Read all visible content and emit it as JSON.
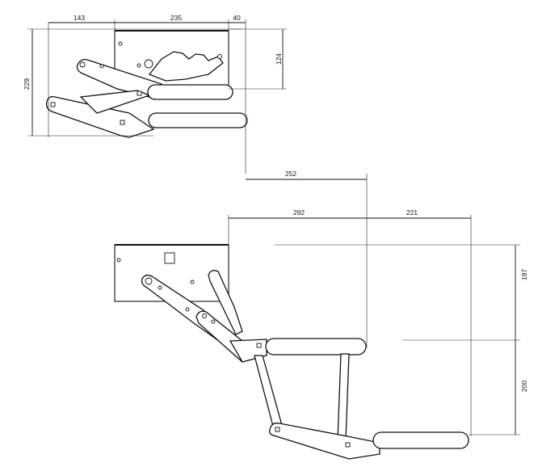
{
  "dimensions": {
    "top_width_left": "143",
    "top_width_middle": "235",
    "top_width_right": "40",
    "top_height_total": "229",
    "top_height_upper": "124",
    "extension": "252",
    "bottom_width_left": "292",
    "bottom_width_right": "221",
    "bottom_height_upper": "197",
    "bottom_height_lower": "200"
  }
}
